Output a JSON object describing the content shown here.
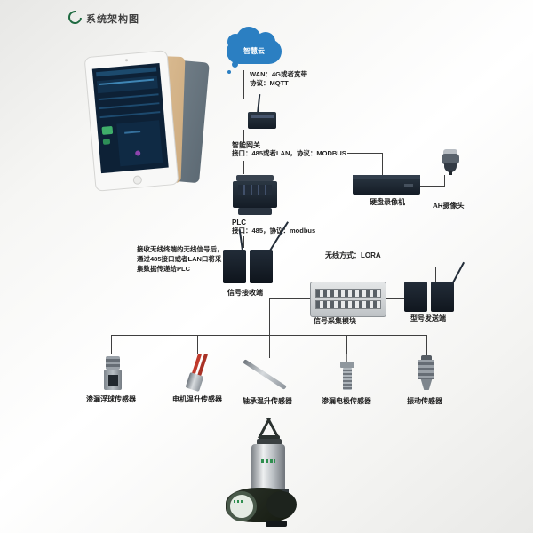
{
  "page": {
    "title": "系统架构图"
  },
  "colors": {
    "accent_green": "#1f6a41",
    "cloud_blue": "#2b7fc2",
    "device_dark": "#1e2835",
    "line": "#3f3f3f",
    "sensor_wire_red": "#c0392b"
  },
  "cloud": {
    "label": "智慧云",
    "wan": "WAN：4G或者宽带",
    "protocol": "协议：MQTT"
  },
  "gateway": {
    "name": "智能网关",
    "spec": "接口：485或者LAN，协议：MODBUS"
  },
  "plc": {
    "name": "PLC",
    "spec": "接口：485，协议：modbus"
  },
  "receiver": {
    "name": "信号接收端",
    "notes": [
      "接收无线终端的无线信号后，",
      "通过485接口或者LAN口将采",
      "集数据传递给PLC"
    ]
  },
  "wireless": {
    "label": "无线方式：LORA"
  },
  "collector": {
    "name": "信号采集模块"
  },
  "transmitter": {
    "name": "型号发送端"
  },
  "dvr": {
    "name": "硬盘录像机"
  },
  "camera": {
    "name": "AR摄像头"
  },
  "sensors": [
    {
      "label": "渗漏浮球传感器"
    },
    {
      "label": "电机温升传感器"
    },
    {
      "label": "轴承温升传感器"
    },
    {
      "label": "渗漏电极传感器"
    },
    {
      "label": "振动传感器"
    }
  ]
}
